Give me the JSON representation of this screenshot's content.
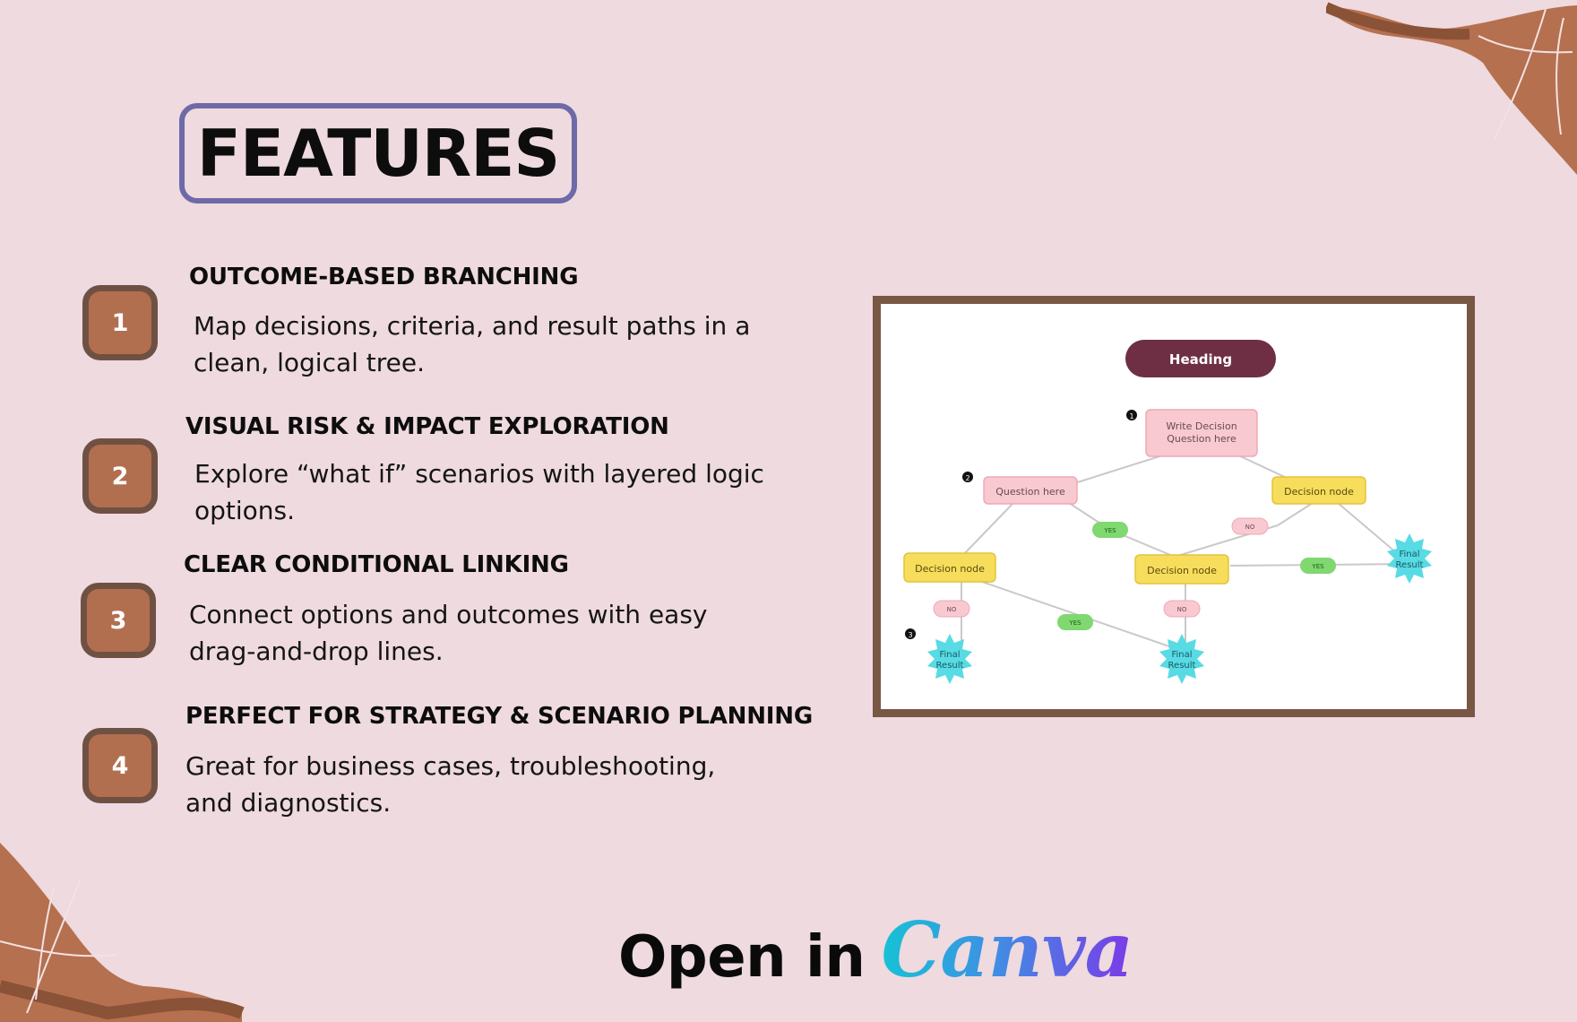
{
  "title": "FEATURES",
  "features": [
    {
      "number": "1",
      "title": "OUTCOME-BASED BRANCHING",
      "desc": "Map decisions, criteria, and result paths in a clean, logical tree."
    },
    {
      "number": "2",
      "title": "VISUAL RISK & IMPACT EXPLORATION",
      "desc": "Explore “what if” scenarios with layered logic options."
    },
    {
      "number": "3",
      "title": "CLEAR CONDITIONAL LINKING",
      "desc": "Connect options and outcomes with easy drag-and-drop lines."
    },
    {
      "number": "4",
      "title": "PERFECT FOR STRATEGY & SCENARIO PLANNING",
      "desc": "Great for business cases, troubleshooting, and diagnostics."
    }
  ],
  "preview": {
    "heading": "Heading",
    "root_line1": "Write Decision",
    "root_line2": "Question here",
    "question": "Question here",
    "decision": "Decision node",
    "yes": "YES",
    "no": "NO",
    "final_line1": "Final",
    "final_line2": "Result",
    "step1": "1",
    "step2": "2",
    "step3": "3"
  },
  "cta": {
    "prefix": "Open in",
    "brand": "Canva"
  },
  "colors": {
    "background": "#eedadf",
    "accent_brown": "#b26f4f",
    "frame_brown": "#785745",
    "title_border": "#6e6aa7",
    "heading_pill": "#6e2f45",
    "pink_node": "#f8c9d1",
    "yellow_node": "#f7dd5c",
    "green_pill": "#7fd870",
    "cyan_burst": "#58dbe4"
  }
}
